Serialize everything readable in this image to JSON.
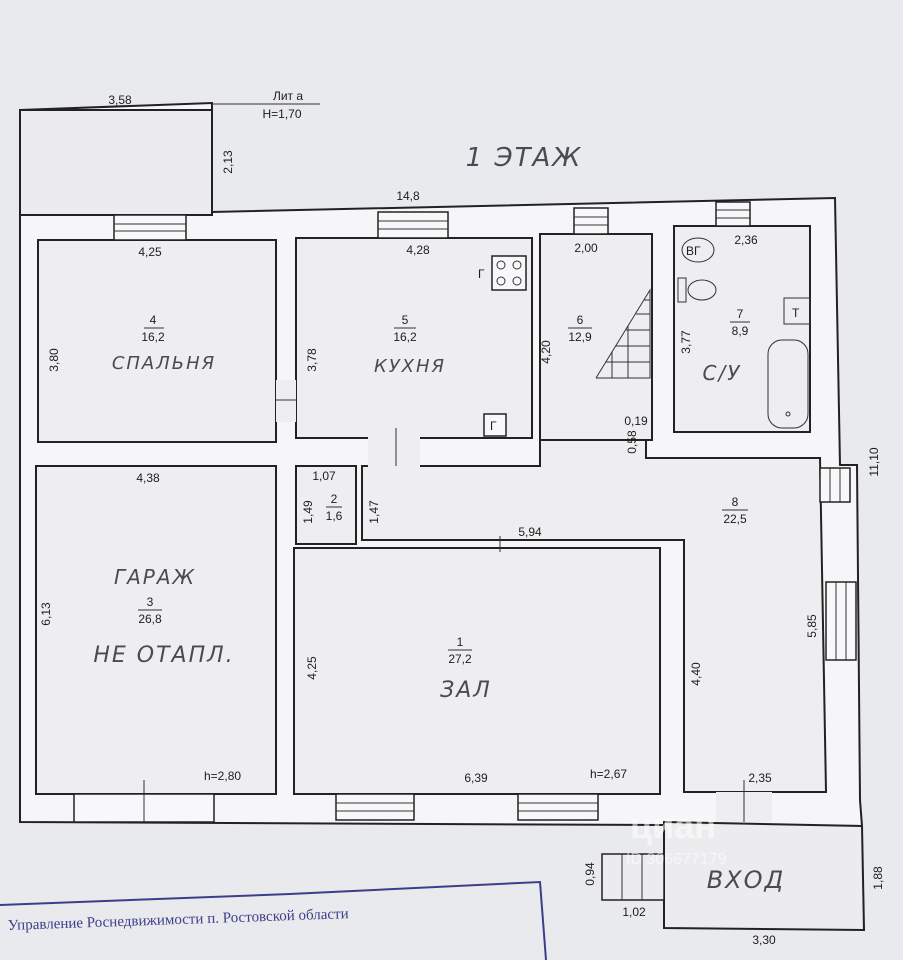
{
  "header": {
    "floor_title": "1 ЭТАЖ",
    "annex_label": "Лит а",
    "annex_height": "Н=1,70"
  },
  "dimensions": {
    "annex_width": "3,58",
    "annex_depth": "2,13",
    "total_width": "14,8",
    "total_depth": "11,10",
    "bedroom_width": "4,25",
    "bedroom_depth": "3,80",
    "kitchen_width": "4,28",
    "kitchen_depth": "3,78",
    "stair_width": "2,00",
    "stair_depth": "4,20",
    "wc_width": "2,36",
    "wc_depth": "3,77",
    "wc_offset_a": "0,19",
    "wc_offset_b": "0,58",
    "pantry_width": "1,07",
    "pantry_depth": "1,49",
    "pantry_side": "1,47",
    "garage_width": "4,38",
    "garage_depth": "6,13",
    "hall_width_top": "5,94",
    "hall_width_bottom": "6,39",
    "hall_depth_left": "4,25",
    "hall_depth_right": "4,40",
    "corridor_depth": "5,85",
    "corridor_width": "2,35",
    "porch_width": "3,30",
    "porch_depth": "1,88",
    "steps_width": "1,02",
    "steps_depth": "0,94"
  },
  "rooms": [
    {
      "number": "1",
      "area": "27,2",
      "name": "ЗАЛ",
      "height": "h=2,67"
    },
    {
      "number": "2",
      "area": "1,6"
    },
    {
      "number": "3",
      "area": "26,8",
      "name": "ГАРАЖ",
      "note": "НЕ ОТАПЛ.",
      "height": "h=2,80"
    },
    {
      "number": "4",
      "area": "16,2",
      "name": "СПАЛЬНЯ"
    },
    {
      "number": "5",
      "area": "16,2",
      "name": "КУХНЯ"
    },
    {
      "number": "6",
      "area": "12,9"
    },
    {
      "number": "7",
      "area": "8,9",
      "name": "С/У"
    },
    {
      "number": "8",
      "area": "22,5"
    }
  ],
  "fixtures": {
    "gas_stove": "Г",
    "gas_boiler": "Г",
    "gas_heater": "ВГ",
    "toilet_symbol": "Т"
  },
  "porch": {
    "label": "ВХОД"
  },
  "stamp": {
    "text": "Управление Роснедвижимости п. Ростовской области"
  },
  "watermark": {
    "brand": "циан",
    "id": "ID 306677179"
  },
  "colors": {
    "paper": "#e9eaee",
    "stamp": "#3b3f8a",
    "ink": "#222222"
  }
}
